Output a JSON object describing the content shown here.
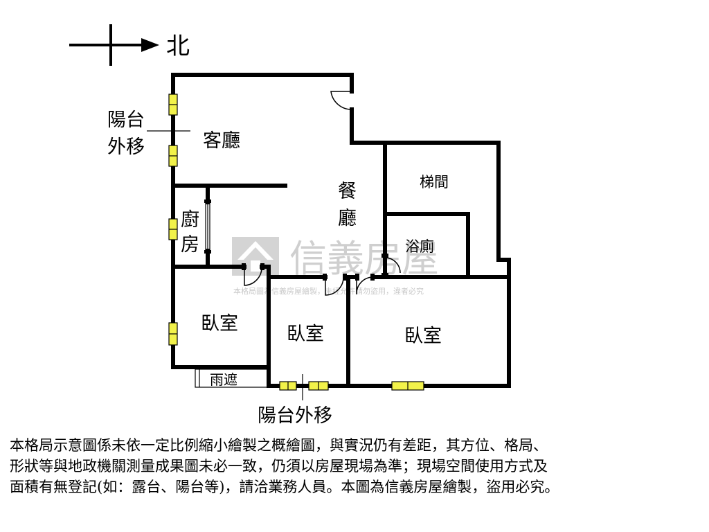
{
  "compass": {
    "north_label": "北"
  },
  "rooms": {
    "living_room": "客廳",
    "dining_room_line1": "餐",
    "dining_room_line2": "廳",
    "kitchen_line1": "廚",
    "kitchen_line2": "房",
    "stairwell": "梯間",
    "bathroom": "浴廁",
    "bedroom_left": "臥室",
    "bedroom_middle": "臥室",
    "bedroom_right": "臥室",
    "canopy": "雨遮"
  },
  "annotations": {
    "balcony_left_line1": "陽台",
    "balcony_left_line2": "外移",
    "balcony_bottom": "陽台外移"
  },
  "watermark": {
    "brand": "信義房屋",
    "notice": "本格局圖為信義房屋繪製，未經允許請勿盜用，違者必究"
  },
  "disclaimer": {
    "line1": "本格局示意圖係未依一定比例縮小繪製之概繪圖，與實況仍有差距，其方位、格局、",
    "line2": "形狀等與地政機關測量成果圖未必一致，仍須以房屋現場為準；現場空間使用方式及",
    "line3": "面積有無登記(如：露台、陽台等)，請洽業務人員。本圖為信義房屋繪製，盜用必究。"
  },
  "colors": {
    "wall": "#000000",
    "window_fill": "#f2f24a",
    "watermark": "#cfcfcf"
  }
}
